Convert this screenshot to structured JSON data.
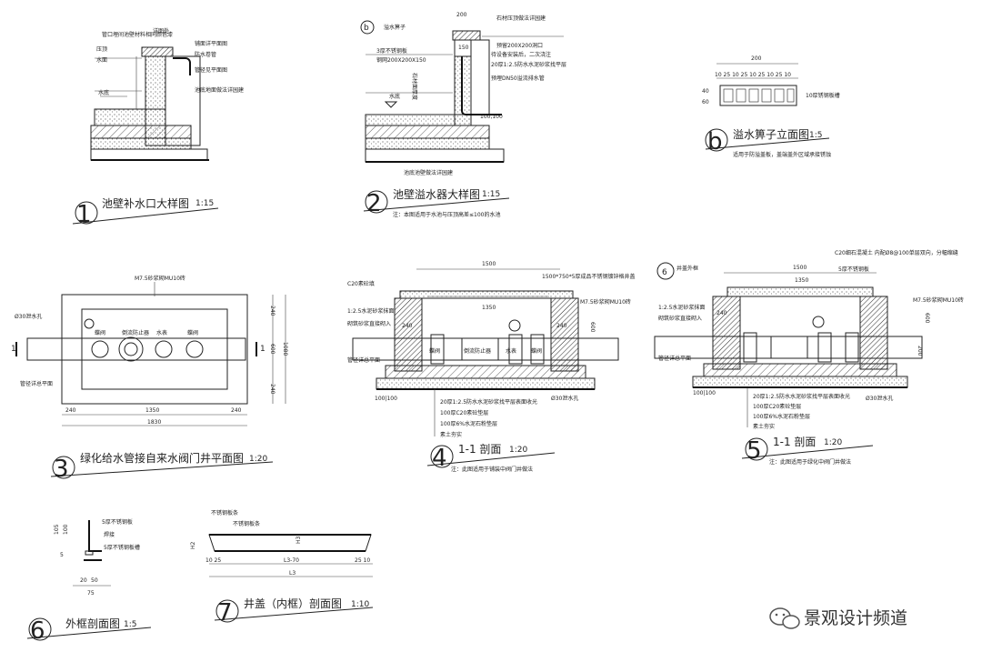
{
  "watermark": {
    "text": "景观设计频道",
    "icon": "wechat-icon"
  },
  "details": {
    "d1": {
      "num": "1",
      "title": "池壁补水口大样图",
      "scale": "1:15",
      "labels": [
        "管口埋间池壁材料相同颜色漆",
        "详图处",
        "压顶",
        "铺面详平面图",
        "防水卷管",
        "水面",
        "管径见平面图",
        "水底",
        "池底地面做法详园建"
      ]
    },
    "d2": {
      "num": "2",
      "title": "池壁溢水器大样图",
      "scale": "1:15",
      "note": "注：本图适用于水池与压顶高差≤100的水池",
      "labels": [
        "200",
        "溢水箅子",
        "石材压顶做法详园建",
        "b",
        "3厚不锈钢板",
        "预留200X200洞口",
        "待设备安装后，二次浇注",
        "钢网200X200X150",
        "石材面厚度",
        "20厚1:2.5防水水泥砂浆找平层",
        "150",
        "预埋DN50溢流排水管",
        "水底",
        "100,100",
        "池底池壁做法详园建"
      ]
    },
    "db": {
      "num": "b",
      "title": "溢水箅子立面图",
      "scale": "1:5",
      "note": "适用于防溢盖板，盖端盖外区域承接锈蚀",
      "top": "200",
      "tick": "10",
      "grid": "10  25 10 25 10 25 10 25 10",
      "side": [
        "40",
        "60"
      ],
      "label": "10厚锈钢板槽"
    },
    "d3": {
      "num": "3",
      "title": "绿化给水管接自来水阀门井平面图",
      "scale": "1:20",
      "top": "M7.5砂浆砌MU10砖",
      "left": "Ø30泄水孔",
      "bottom": "管径详总平面",
      "parts": [
        "蝶阀",
        "倒流防止器",
        "水表",
        "蝶阀"
      ],
      "dims_bottom": [
        "240",
        "1350",
        "240"
      ],
      "dims_total": "1830",
      "dims_right": [
        "240",
        "600",
        "240"
      ],
      "dims_right_total": "1080",
      "sec": "1"
    },
    "d4": {
      "num": "4",
      "title": "1-1 剖面",
      "scale": "1:20",
      "note": "注：此图适用于铺装中阀门井做法",
      "top": "1500",
      "inner": "1350",
      "dim_right": "600",
      "labels": [
        "C20素砼填",
        "1500*750*5厚成品不锈钢镀锌格井盖",
        "1:2.5水泥砂浆抹面",
        "砌筑砂浆直接砌入",
        "管径详总平面",
        "M7.5砂浆砌MU10砖",
        "240",
        "240"
      ],
      "parts": [
        "蝶阀",
        "倒流防止器",
        "水表",
        "蝶阀"
      ],
      "layers": [
        "20厚1:2.5防水水泥砂浆找平层表面收光",
        "100厚C20素砼垫层",
        "100厚6%水泥石粉垫层",
        "素土夯实"
      ],
      "base": "100|100",
      "drain": "Ø30泄水孔"
    },
    "d5": {
      "num": "5",
      "title": "1-1 剖面",
      "scale": "1:20",
      "note": "注：此图适用于绿化中阀门井做法",
      "top": "1500",
      "inner": "1350",
      "mark": "6",
      "mark_label": "井盖外框",
      "labels": [
        "C20细石混凝土 内配Ø8@100单层双向，分幅缩缝",
        "5厚不锈钢板",
        "1:2.5水泥砂浆抹面",
        "砌筑砂浆直接砌入",
        "管径详总平面",
        "M7.5砂浆砌MU10砖",
        "240",
        "200",
        "600"
      ],
      "layers": [
        "20厚1:2.5防水水泥砂浆找平层表面收光",
        "100厚C20素砼垫层",
        "100厚6%水泥石粉垫层",
        "素土夯实"
      ],
      "base": "100|100",
      "drain": "Ø30泄水孔"
    },
    "d6": {
      "num": "6",
      "title": "外框剖面图",
      "scale": "1:5",
      "labels": [
        "5厚不锈钢板",
        "焊接",
        "5厚不锈钢板槽"
      ],
      "dims": [
        "105",
        "100",
        "5",
        "20",
        "50",
        "75"
      ]
    },
    "d7": {
      "num": "7",
      "title": "井盖（内框）剖面图",
      "scale": "1:10",
      "labels": [
        "不锈钢板条",
        "不锈钢板条"
      ],
      "dims": [
        "H2",
        "H3",
        "10 25",
        "L3-70",
        "25 10",
        "L3"
      ]
    }
  }
}
